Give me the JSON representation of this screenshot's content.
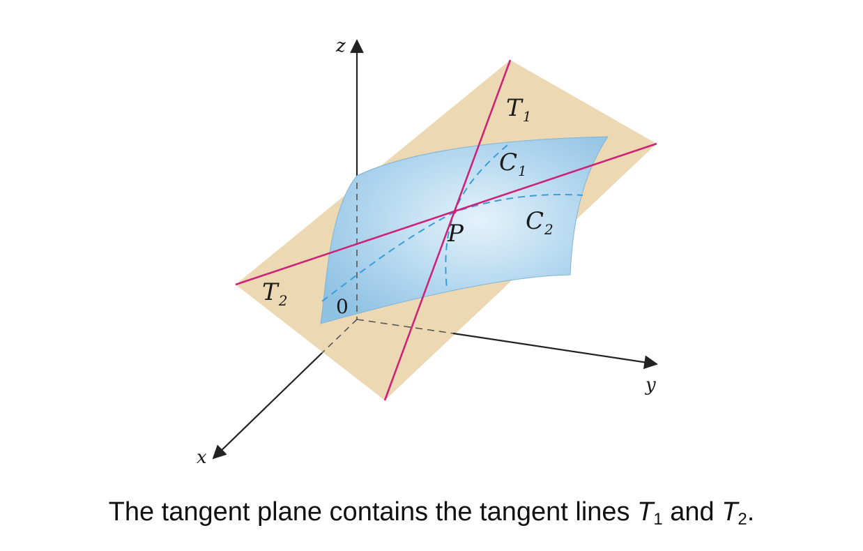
{
  "figure": {
    "axes": {
      "x": "x",
      "y": "y",
      "z": "z",
      "origin": "0"
    },
    "point": "P",
    "tangent_lines": [
      {
        "letter": "T",
        "sub": "1"
      },
      {
        "letter": "T",
        "sub": "2"
      }
    ],
    "curves": [
      {
        "letter": "C",
        "sub": "1"
      },
      {
        "letter": "C",
        "sub": "2"
      }
    ],
    "colors": {
      "plane": "#ecd9b3",
      "surface": "#a9d1ea",
      "tangent_line": "#cc2277",
      "curve_dashed": "#3a9bd9",
      "axis": "#222222"
    }
  },
  "caption": {
    "part1": "The tangent plane contains the tangent lines ",
    "t1_letter": "T",
    "t1_sub": "1",
    "part2": " and ",
    "t2_letter": "T",
    "t2_sub": "2",
    "part3": "."
  }
}
